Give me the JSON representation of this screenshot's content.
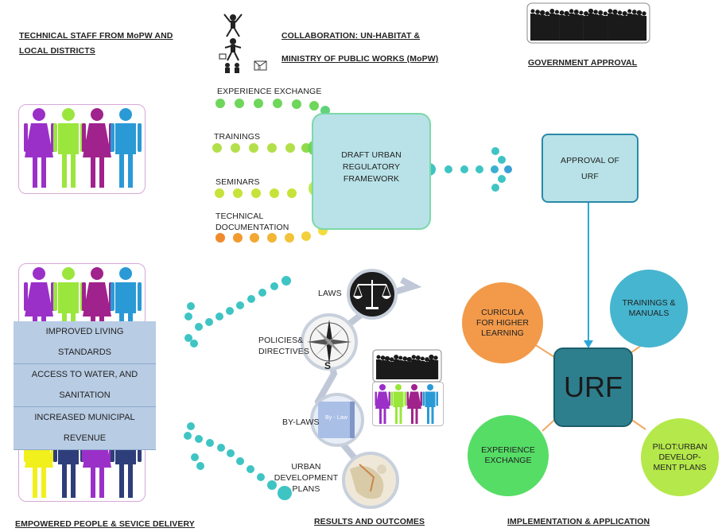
{
  "headers": {
    "technical_staff": "TECHNICAL STAFF FROM MoPW AND\nLOCAL DISTRICTS",
    "collaboration_line1": "COLLABORATION: UN-HABITAT &",
    "collaboration_line2": "MINISTRY OF PUBLIC WORKS (MoPW)",
    "government_approval": "GOVERNMENT APPROVAL",
    "empowered": "EMPOWERED PEOPLE & SEVICE DELIVERY",
    "results": "RESULTS AND OUTCOMES",
    "implementation": "IMPLEMENTATION & APPLICATION"
  },
  "inputs": [
    "EXPERIENCE EXCHANGE",
    "TRAININGS",
    "SEMINARS",
    "TECHNICAL\nDOCUMENTATION"
  ],
  "draft_box": "DRAFT URBAN\nREGULATORY\nFRAMEWORK",
  "approval_box": "APPROVAL OF\nURF",
  "urf": {
    "center": "URF",
    "curricula": "CURICULA\nFOR HIGHER\nLEARNING",
    "trainings": "TRAININGS &\nMANUALS",
    "experience": "EXPERIENCE\nEXCHANGE",
    "pilot": "PILOT:URBAN\nDEVELOP-\nMENT PLANS"
  },
  "results": {
    "laws": "LAWS",
    "policies": "POLICIES&\nDIRECTIVES",
    "bylaws": "BY-LAWS",
    "plans": "URBAN\nDEVELOPMENT\nPLANS",
    "bylaw_doc": "By - Law",
    "compass_s": "S"
  },
  "outcomes": [
    "IMPROVED LIVING\nSTANDARDS",
    "ACCESS TO WATER,  AND\nSANITATION",
    "INCREASED MUNICIPAL\nREVENUE"
  ],
  "colors": {
    "purple": "#9b30c8",
    "lime": "#9be63c",
    "magenta": "#a0228c",
    "blue": "#2a9ad6",
    "yellow": "#f2f01c",
    "navy": "#2e3e7a",
    "teal": "#3fbfbf",
    "urf_center": "#2e7f8e",
    "orange": "#f29a4a",
    "green": "#55dd66",
    "yellowgreen": "#b5e84a",
    "sky": "#46b5cf"
  }
}
